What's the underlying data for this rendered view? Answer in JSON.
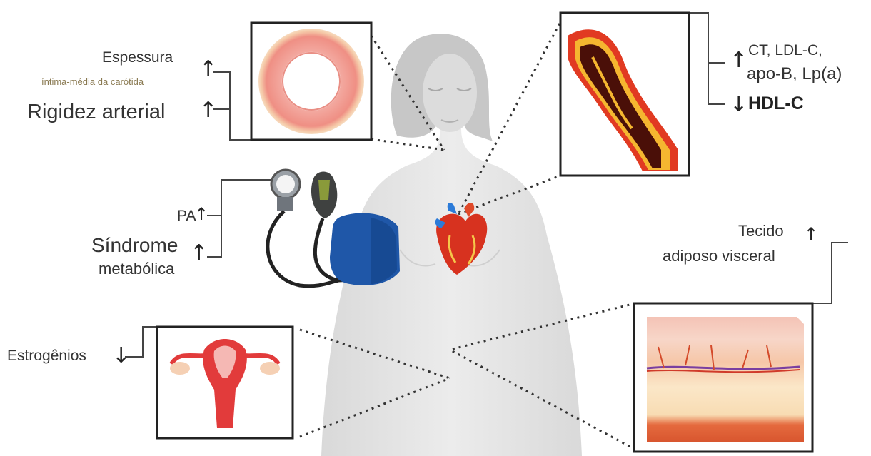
{
  "labels": {
    "espessura": "Espessura",
    "intima_media": "íntima-média da carótida",
    "rigidez": "Rigidez arterial",
    "ct_ldl": "CT, LDL-C,",
    "apob_lpa": "apo-B, Lp(a)",
    "hdl": "HDL-C",
    "pa": "PA",
    "sindrome": "Síndrome",
    "metabolica": "metabólica",
    "tecido": "Tecido",
    "adiposo": "adiposo visceral",
    "estrogenios": "Estrogênios"
  },
  "arrows": {
    "up": "↑",
    "down": "↓"
  },
  "colors": {
    "text_main": "#333333",
    "text_subtle": "#8a7a52",
    "frame": "#222222",
    "silhouette": "#e3e3e3",
    "cuff_blue": "#1f57a8",
    "artery_red": "#c0261c",
    "plaque_yellow": "#f5b630"
  }
}
